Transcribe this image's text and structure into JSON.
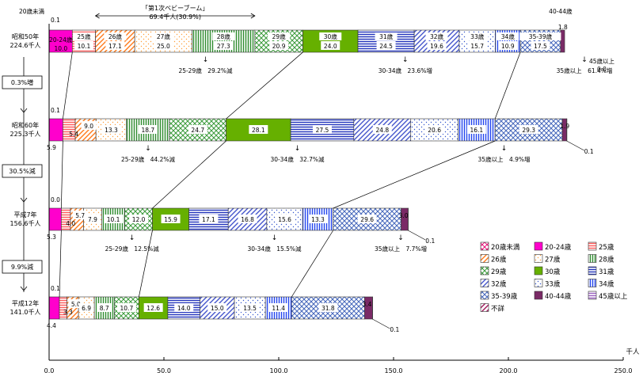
{
  "chart_data": {
    "type": "bar",
    "orientation": "horizontal",
    "stacked": true,
    "unit": "千人",
    "xlim": [
      0,
      250
    ],
    "x_ticks": [
      {
        "value": 0,
        "label": "0.0"
      },
      {
        "value": 50,
        "label": "50.0"
      },
      {
        "value": 100,
        "label": "100.0"
      },
      {
        "value": 150,
        "label": "150.0"
      },
      {
        "value": 200,
        "label": "200.0"
      },
      {
        "value": 250,
        "label": "250.0"
      }
    ],
    "grid": false,
    "legend_position": "bottom-right",
    "categories": [
      {
        "key": "u20",
        "label": "20歳未満",
        "color": "#e8147a",
        "pattern": "cross"
      },
      {
        "key": "a2024",
        "label": "20-24歳",
        "color": "#ff00cc",
        "pattern": "solid"
      },
      {
        "key": "a25",
        "label": "25歳",
        "color": "#ff5a5a",
        "pattern": "hlines"
      },
      {
        "key": "a26",
        "label": "26歳",
        "color": "#ff7a1a",
        "pattern": "diag"
      },
      {
        "key": "a27",
        "label": "27歳",
        "color": "#ff9f3a",
        "pattern": "dots"
      },
      {
        "key": "a28",
        "label": "28歳",
        "color": "#2e8b2e",
        "pattern": "vlines"
      },
      {
        "key": "a29",
        "label": "29歳",
        "color": "#3a9a3a",
        "pattern": "cross"
      },
      {
        "key": "a30",
        "label": "30歳",
        "color": "#66b000",
        "pattern": "solid"
      },
      {
        "key": "a31",
        "label": "31歳",
        "color": "#2233bb",
        "pattern": "hlines"
      },
      {
        "key": "a32",
        "label": "32歳",
        "color": "#4455cc",
        "pattern": "diag"
      },
      {
        "key": "a33",
        "label": "33歳",
        "color": "#3355cc",
        "pattern": "dots"
      },
      {
        "key": "a34",
        "label": "34歳",
        "color": "#2244ee",
        "pattern": "vlines"
      },
      {
        "key": "a3539",
        "label": "35-39歳",
        "color": "#4466bb",
        "pattern": "cross"
      },
      {
        "key": "a4044",
        "label": "40-44歳",
        "color": "#7a2a66",
        "pattern": "solid"
      },
      {
        "key": "o45",
        "label": "45歳以上",
        "color": "#9a5fc0",
        "pattern": "hlines"
      },
      {
        "key": "unk",
        "label": "不詳",
        "color": "#a0185a",
        "pattern": "diag"
      }
    ],
    "bars": [
      {
        "key": "s50",
        "label": [
          "昭和50年",
          "224.6千人"
        ],
        "values": [
          0.1,
          10.0,
          10.1,
          17.1,
          25.0,
          27.3,
          20.9,
          24.0,
          24.5,
          19.6,
          15.7,
          10.9,
          17.5,
          1.8,
          0.0,
          0.0
        ],
        "labels": [
          "0.1",
          "10.0",
          "10.1",
          "17.1",
          "25.0",
          "27.3",
          "20.9",
          "24.0",
          "24.5",
          "19.6",
          "15.7",
          "10.9",
          "17.5",
          "1.8",
          "0.0",
          ""
        ]
      },
      {
        "key": "s60",
        "label": [
          "昭和60年",
          "225.3千人"
        ],
        "values": [
          0.1,
          5.9,
          5.4,
          9.0,
          13.3,
          18.7,
          24.7,
          28.1,
          27.5,
          24.8,
          20.6,
          16.1,
          29.3,
          1.9,
          0.1,
          0.0
        ],
        "labels": [
          "0.1",
          "5.9",
          "5.4",
          "9.0",
          "13.3",
          "18.7",
          "24.7",
          "28.1",
          "27.5",
          "24.8",
          "20.6",
          "16.1",
          "29.3",
          "1.9",
          "0.1",
          ""
        ]
      },
      {
        "key": "h7",
        "label": [
          "平成7年",
          "156.6千人"
        ],
        "values": [
          0.0,
          5.3,
          4.0,
          5.7,
          7.9,
          10.1,
          12.0,
          15.9,
          17.1,
          16.8,
          15.6,
          13.3,
          29.6,
          3.0,
          0.1,
          0.0
        ],
        "labels": [
          "0.0",
          "5.3",
          "4.0",
          "5.7",
          "7.9",
          "10.1",
          "12.0",
          "15.9",
          "17.1",
          "16.8",
          "15.6",
          "13.3",
          "29.6",
          "3.0",
          "0.1",
          ""
        ]
      },
      {
        "key": "h12",
        "label": [
          "平成12年",
          "141.0千人"
        ],
        "values": [
          0.1,
          4.4,
          3.3,
          5.0,
          6.9,
          8.7,
          10.7,
          12.6,
          14.0,
          15.0,
          13.5,
          11.4,
          31.8,
          3.4,
          0.1,
          0.0
        ],
        "labels": [
          "0.1",
          "4.4",
          "3.3",
          "5.0",
          "6.9",
          "8.7",
          "10.7",
          "12.6",
          "14.0",
          "15.0",
          "13.5",
          "11.4",
          "31.8",
          "3.4",
          "0.1",
          ""
        ]
      }
    ],
    "inline_tags": [
      {
        "bar": 0,
        "seg": 0,
        "text": "20歳未満"
      },
      {
        "bar": 0,
        "seg": 1,
        "text": "20-24歳"
      },
      {
        "bar": 0,
        "seg": 2,
        "text": "25歳"
      },
      {
        "bar": 0,
        "seg": 3,
        "text": "26歳"
      },
      {
        "bar": 0,
        "seg": 4,
        "text": "27歳"
      },
      {
        "bar": 0,
        "seg": 5,
        "text": "28歳"
      },
      {
        "bar": 0,
        "seg": 6,
        "text": "29歳"
      },
      {
        "bar": 0,
        "seg": 7,
        "text": "30歳"
      },
      {
        "bar": 0,
        "seg": 8,
        "text": "31歳"
      },
      {
        "bar": 0,
        "seg": 9,
        "text": "32歳"
      },
      {
        "bar": 0,
        "seg": 10,
        "text": "33歳"
      },
      {
        "bar": 0,
        "seg": 11,
        "text": "34歳"
      },
      {
        "bar": 0,
        "seg": 12,
        "text": "35-39歳"
      },
      {
        "bar": 0,
        "seg": 13,
        "text": "40-44歳"
      },
      {
        "bar": 0,
        "seg": 14,
        "text": "45歳以上"
      }
    ],
    "boom": {
      "label": "「第1次ベビーブーム」",
      "value": "69.4千人(30.9%)",
      "from": 20.2,
      "to": 89.6
    },
    "changes": [
      {
        "text": "0.3%増"
      },
      {
        "text": "30.5%減"
      },
      {
        "text": "9.9%減"
      }
    ],
    "notes": [
      [
        {
          "text": "25-29歳　29.2%減",
          "at": 55
        },
        {
          "text": "30-34歳　23.6%増",
          "at": 142
        },
        {
          "text": "35歳以上　61.4%増",
          "at": 220
        }
      ],
      [
        {
          "text": "25-29歳　44.2%減",
          "at": 30
        },
        {
          "text": "30-34歳　32.7%減",
          "at": 95
        },
        {
          "text": "35歳以上　4.9%増",
          "at": 185
        }
      ],
      [
        {
          "text": "25-29歳　12.5%減",
          "at": 23
        },
        {
          "text": "30-34歳　15.5%減",
          "at": 85
        },
        {
          "text": "35歳以上　7.7%増",
          "at": 140
        }
      ]
    ]
  }
}
